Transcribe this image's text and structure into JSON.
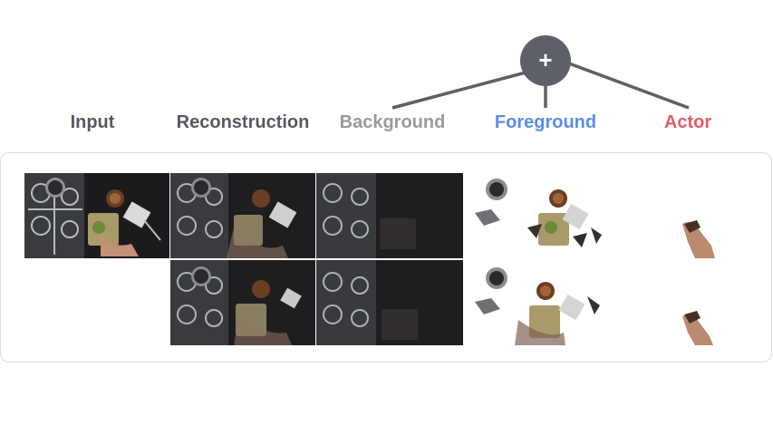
{
  "operator": {
    "symbol": "+"
  },
  "columns": [
    {
      "label": "Input",
      "color": "#555a63"
    },
    {
      "label": "Reconstruction",
      "color": "#555a63"
    },
    {
      "label": "Background",
      "color": "#9a9a9a"
    },
    {
      "label": "Foreground",
      "color": "#5b8de8"
    },
    {
      "label": "Actor",
      "color": "#e25c6a"
    }
  ],
  "colors": {
    "operator_fill": "#5d6066",
    "connector": "#5d6066",
    "frame_dark": "#1b1b1d",
    "panel_border": "#dcdcdc"
  },
  "icons": [
    "plus-icon"
  ]
}
